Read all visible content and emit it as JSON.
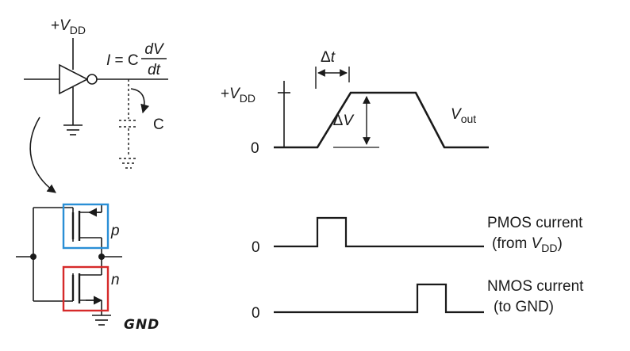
{
  "inverter": {
    "supply_prefix": "+",
    "supply_var": "V",
    "supply_sub": "DD",
    "current_eq_lhs": "I",
    "current_eq_mid": " = C",
    "current_eq_num": "dV",
    "current_eq_den": "dt",
    "cap_label": "C"
  },
  "transistors": {
    "pmos_label": "p",
    "nmos_label": "n",
    "ground_label": "GND",
    "pmos_box_color": "#2a8fd6",
    "nmos_box_color": "#d62a2a"
  },
  "output_plot": {
    "y_top_prefix": "+",
    "y_top_var": "V",
    "y_top_sub": "DD",
    "y_zero": "0",
    "delta_t_sym": "Δ",
    "delta_t_var": "t",
    "delta_v_sym": "Δ",
    "delta_v_var": "V",
    "vout_var": "V",
    "vout_sub": "out"
  },
  "pmos_current": {
    "zero": "0",
    "label_line1": "PMOS current",
    "label_line2_pre": "(from ",
    "label_line2_var": "V",
    "label_line2_sub": "DD",
    "label_line2_post": ")"
  },
  "nmos_current": {
    "zero": "0",
    "label_line1": "NMOS current",
    "label_line2": "(to GND)"
  }
}
